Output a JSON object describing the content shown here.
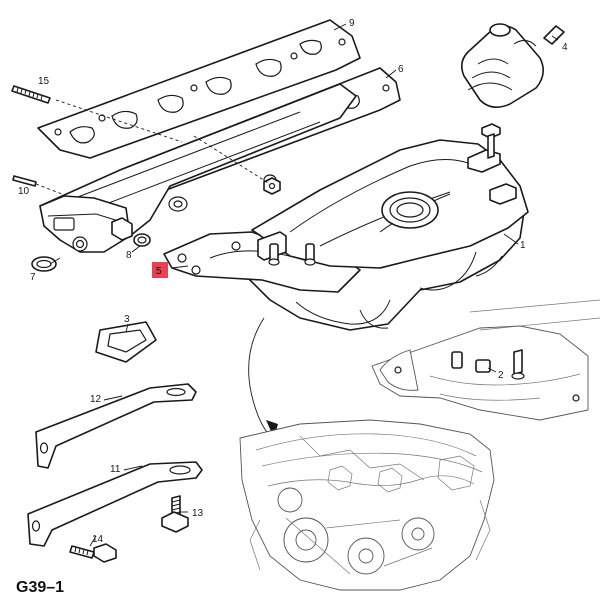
{
  "figure": {
    "title": "G39–1"
  },
  "callouts": {
    "c1": "1",
    "c2": "2",
    "c3": "3",
    "c4": "4",
    "c5": "5",
    "c6": "6",
    "c7": "7",
    "c8": "8",
    "c9": "9",
    "c10": "10",
    "c11": "11",
    "c12": "12",
    "c13": "13",
    "c14": "14",
    "c15": "15"
  },
  "highlight": {
    "color": "#e8414f",
    "callout": "5"
  }
}
